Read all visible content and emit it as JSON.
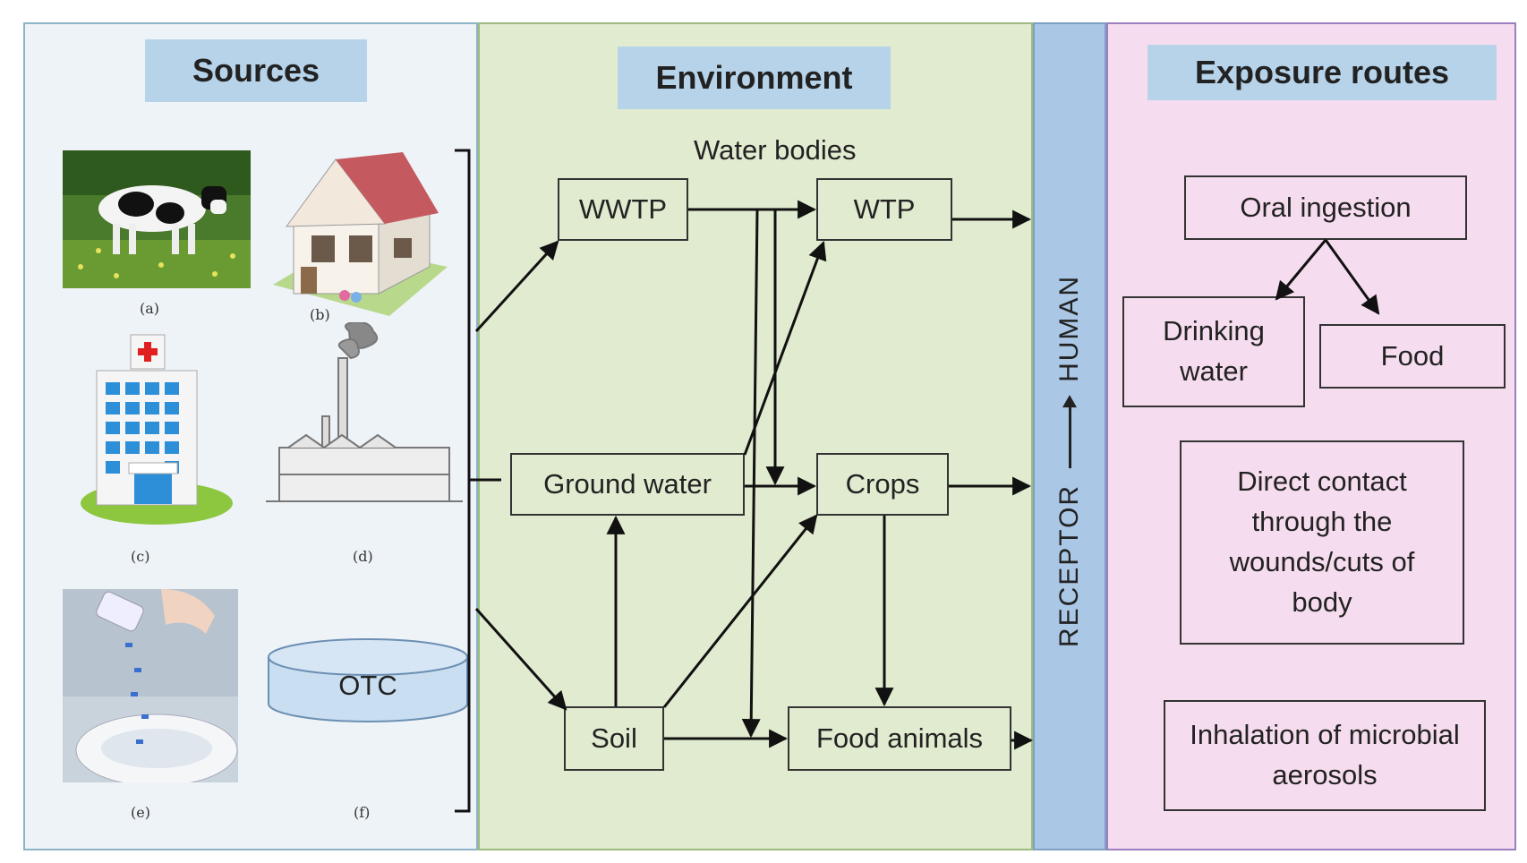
{
  "sources": {
    "title": "Sources",
    "captions": {
      "a": "(a)",
      "b": "(b)",
      "c": "(c)",
      "d": "(d)",
      "e": "(e)",
      "f": "(f)"
    },
    "otc_label": "OTC"
  },
  "environment": {
    "title": "Environment",
    "water_bodies_label": "Water bodies",
    "nodes": {
      "wwtp": "WWTP",
      "wtp": "WTP",
      "ground_water": "Ground water",
      "crops": "Crops",
      "soil": "Soil",
      "food_animals": "Food animals"
    }
  },
  "receptor": {
    "left_word": "RECEPTOR",
    "right_word": "HUMAN"
  },
  "exposure": {
    "title": "Exposure routes",
    "oral_ingestion": "Oral ingestion",
    "drinking_water": "Drinking water",
    "food": "Food",
    "direct_contact": "Direct contact through the wounds/cuts of body",
    "inhalation": "Inhalation of microbial aerosols"
  },
  "colors": {
    "sources_bg": "#eef3f8",
    "environment_bg": "#e1ebcf",
    "receptor_bg": "#aac7e6",
    "exposure_bg": "#f6dcef",
    "header_bg": "#b7d3ea"
  }
}
